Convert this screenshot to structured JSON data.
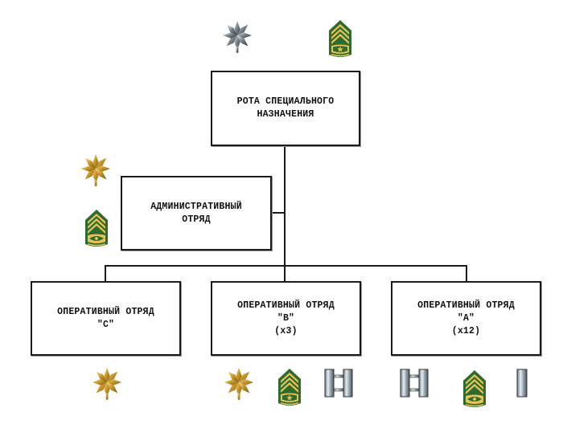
{
  "diagram": {
    "type": "org-chart",
    "colors": {
      "border": "#1a1a1a",
      "text": "#111111",
      "chevron_green": "#2e6b2c",
      "chevron_gold": "#e8c35a",
      "gold_leaf": "#c9962a",
      "silver": "#a9b4bb"
    },
    "nodes": {
      "hq": {
        "line1": "РОТА СПЕЦИАЛЬНОГО",
        "line2": "НАЗНАЧЕНИЯ",
        "insignia": [
          "silver-oak-leaf-icon",
          "sergeant-major-chevron-icon"
        ]
      },
      "admin": {
        "line1": "АДМИНИСТРАТИВНЫЙ",
        "line2": "ОТРЯД",
        "insignia": [
          "gold-oak-leaf-icon",
          "first-sergeant-chevron-icon"
        ]
      },
      "odc": {
        "line1": "ОПЕРАТИВНЫЙ ОТРЯД",
        "line2": "\"С\"",
        "insignia": [
          "gold-oak-leaf-icon"
        ]
      },
      "odb": {
        "line1": "ОПЕРАТИВНЫЙ ОТРЯД",
        "line2": "\"В\"",
        "line3": "(x3)",
        "insignia": [
          "gold-oak-leaf-icon",
          "sergeant-major-chevron-icon",
          "captain-bars-icon"
        ]
      },
      "oda": {
        "line1": "ОПЕРАТИВНЫЙ ОТРЯД",
        "line2": "\"А\"",
        "line3": "(x12)",
        "insignia": [
          "captain-bars-icon",
          "first-sergeant-chevron-icon",
          "lieutenant-bar-icon"
        ]
      }
    }
  }
}
